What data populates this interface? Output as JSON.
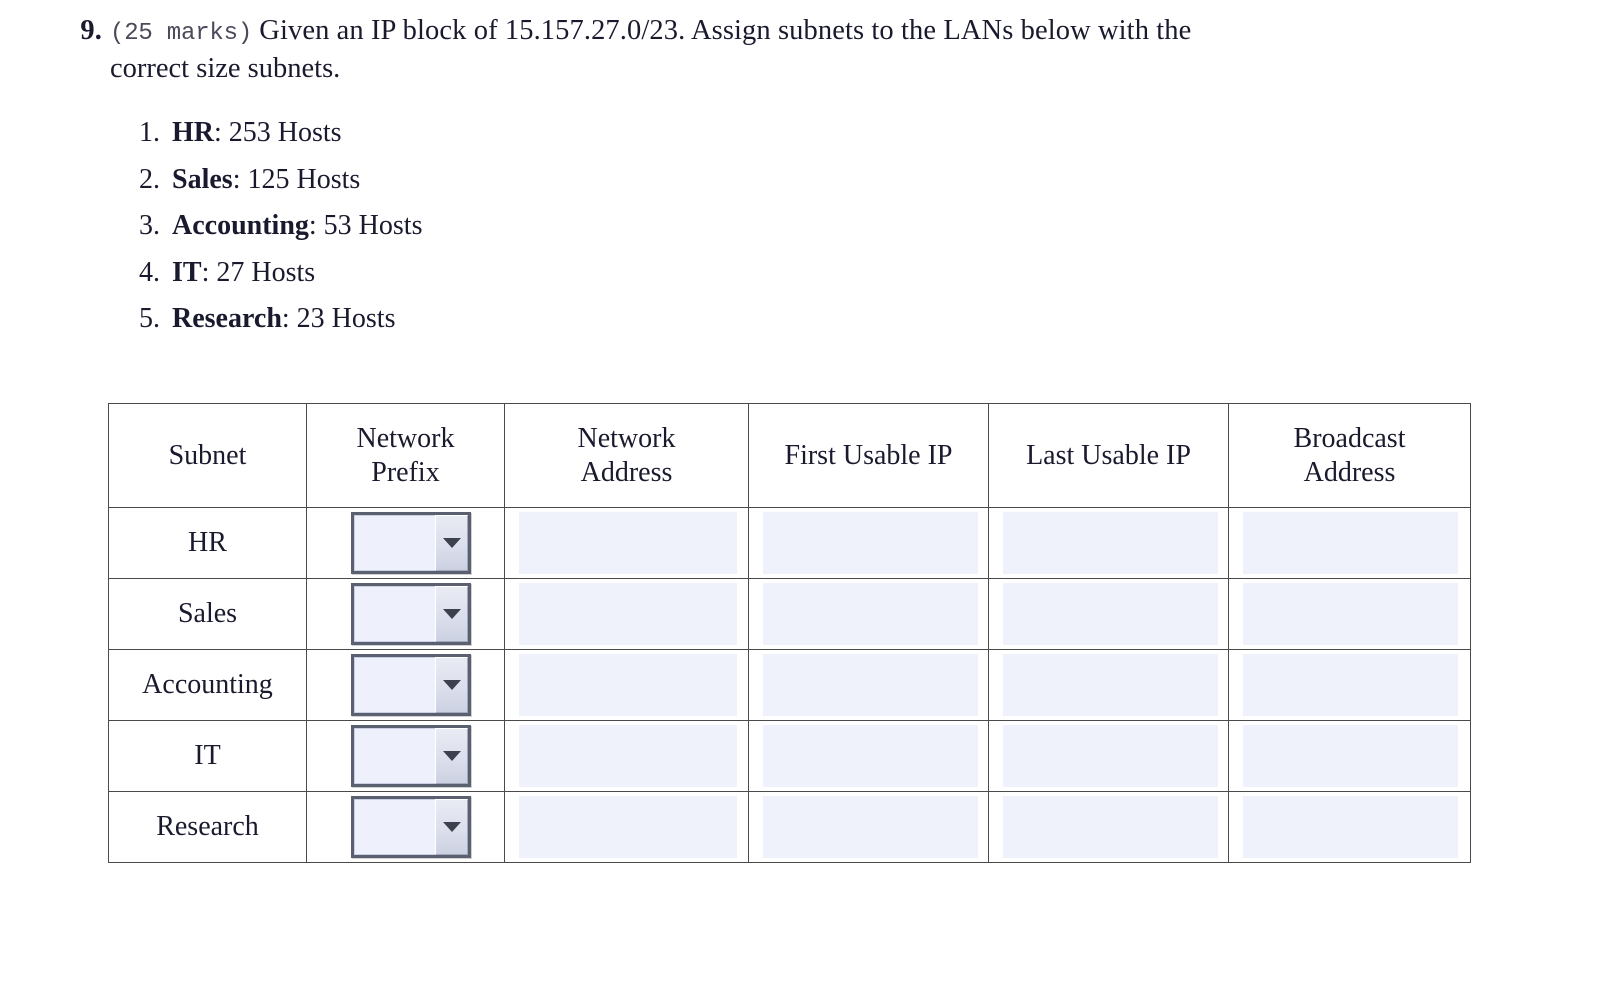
{
  "question": {
    "number": "9.",
    "marks": "(25 marks)",
    "statement_line1": "Given an IP block of 15.157.27.0/23.  Assign subnets to the LANs below with the",
    "statement_line2": "correct size subnets."
  },
  "lans": [
    {
      "index": "1.",
      "name": "HR",
      "detail": ": 253 Hosts"
    },
    {
      "index": "2.",
      "name": "Sales",
      "detail": ": 125 Hosts"
    },
    {
      "index": "3.",
      "name": "Accounting",
      "detail": ": 53 Hosts"
    },
    {
      "index": "4.",
      "name": "IT",
      "detail": ": 27 Hosts"
    },
    {
      "index": "5.",
      "name": "Research",
      "detail": ": 23 Hosts"
    }
  ],
  "table": {
    "headers": [
      "Subnet",
      "Network\nPrefix",
      "Network\nAddress",
      "First Usable IP",
      "Last Usable IP",
      "Broadcast\nAddress"
    ],
    "header_parts": {
      "subnet": "Subnet",
      "network_prefix_l1": "Network",
      "network_prefix_l2": "Prefix",
      "network_address_l1": "Network",
      "network_address_l2": "Address",
      "first_usable_ip": "First Usable IP",
      "last_usable_ip": "Last Usable IP",
      "broadcast_l1": "Broadcast",
      "broadcast_l2": "Address"
    },
    "rows": [
      {
        "subnet": "HR",
        "network_prefix": "",
        "network_address": "",
        "first_usable_ip": "",
        "last_usable_ip": "",
        "broadcast_address": ""
      },
      {
        "subnet": "Sales",
        "network_prefix": "",
        "network_address": "",
        "first_usable_ip": "",
        "last_usable_ip": "",
        "broadcast_address": ""
      },
      {
        "subnet": "Accounting",
        "network_prefix": "",
        "network_address": "",
        "first_usable_ip": "",
        "last_usable_ip": "",
        "broadcast_address": ""
      },
      {
        "subnet": "IT",
        "network_prefix": "",
        "network_address": "",
        "first_usable_ip": "",
        "last_usable_ip": "",
        "broadcast_address": ""
      },
      {
        "subnet": "Research",
        "network_prefix": "",
        "network_address": "",
        "first_usable_ip": "",
        "last_usable_ip": "",
        "broadcast_address": ""
      }
    ]
  },
  "colors": {
    "field_fill": "#eff1fb",
    "border": "#4a4a4a",
    "dropdown_border": "#5b6070",
    "text": "#1a1a2e"
  }
}
